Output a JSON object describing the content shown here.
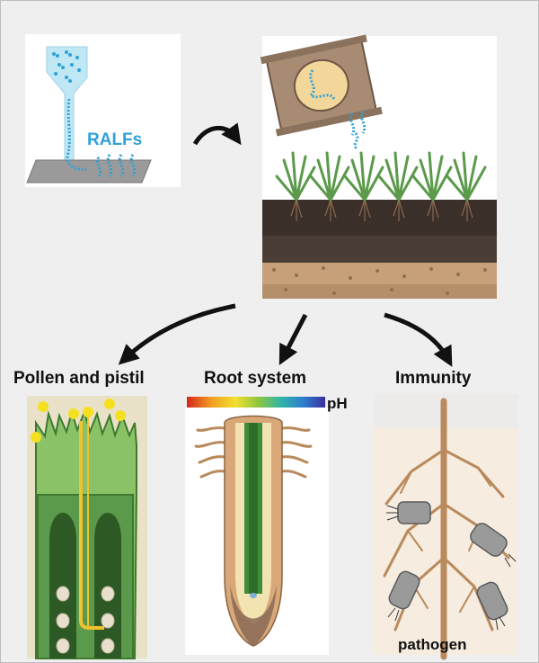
{
  "labels": {
    "ralfs": "RALFs",
    "pollen_and_pistil": "Pollen and pistil",
    "root_system": "Root system",
    "immunity": "Immunity",
    "ph": "pH",
    "pathogen": "pathogen"
  },
  "colors": {
    "ralf_blue": "#2fa1d8",
    "arrow": "#111111",
    "soil_dark": "#3b2f2a",
    "plant_green": "#5a9a4a",
    "root_tan": "#b88a5c",
    "pathogen_grey": "#9a9a9a",
    "pollen_yellow": "#f5e020"
  },
  "ph_gradient": [
    "#d7261e",
    "#f0a020",
    "#f2e030",
    "#8cc63f",
    "#2fb5a8",
    "#2f7fd0",
    "#3b2f9e"
  ]
}
